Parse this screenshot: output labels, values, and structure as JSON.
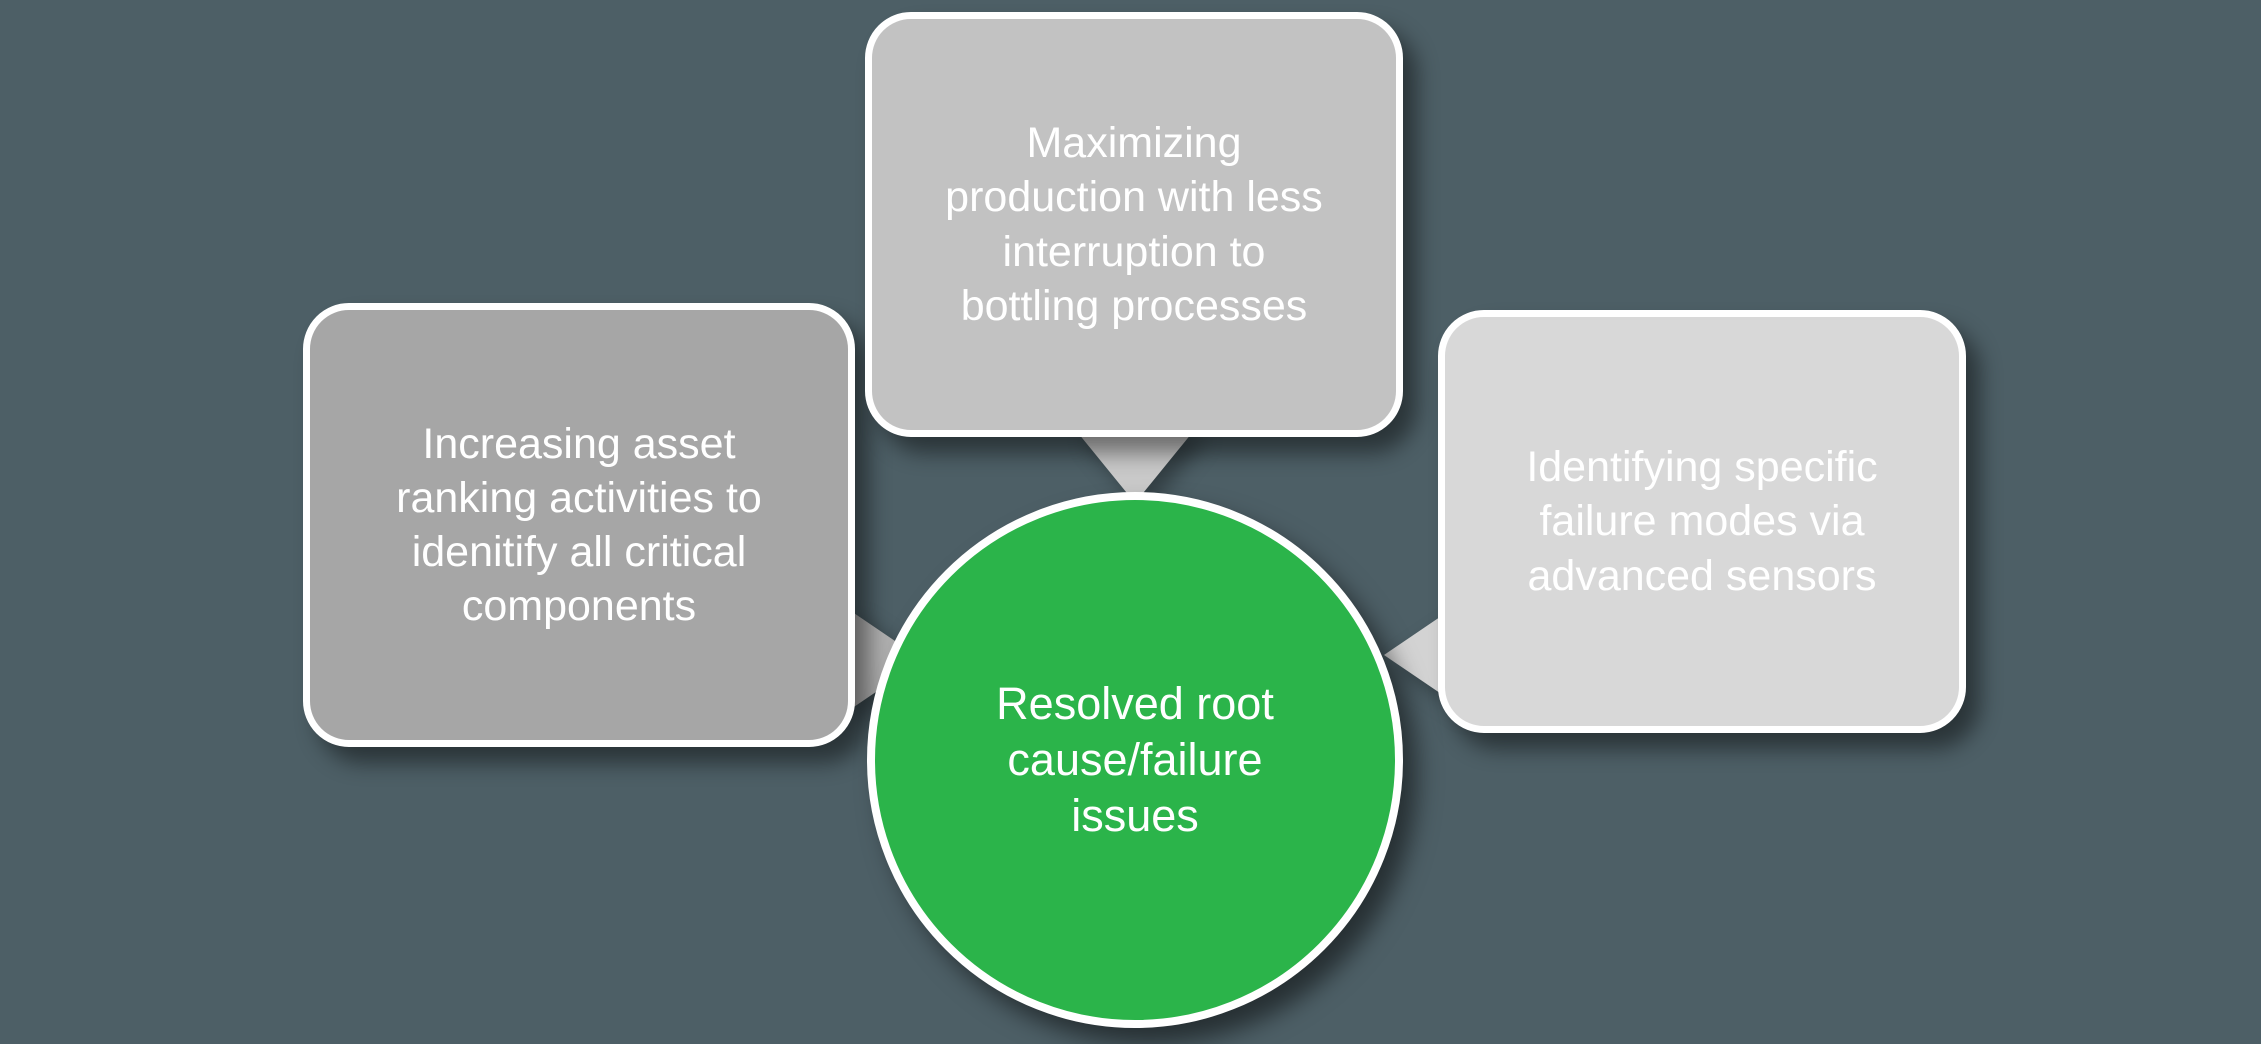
{
  "canvas": {
    "background": "#4d5f66"
  },
  "boxes": {
    "left": {
      "label": "Increasing asset\nranking activities to\nidenitify all critical\ncomponents",
      "fill": "#a6a6a6"
    },
    "top": {
      "label": "Maximizing\nproduction with less\ninterruption to\nbottling processes",
      "fill": "#c2c2c2"
    },
    "right": {
      "label": "Identifying specific\nfailure modes via\nadvanced sensors",
      "fill": "#d8d8d8"
    }
  },
  "circle": {
    "label": "Resolved root\ncause/failure\nissues",
    "fill": "#2bb44a"
  },
  "connectors": {
    "top": {
      "fill": "#c9c9c9"
    },
    "left": {
      "fill": "#b0b0b0"
    },
    "right": {
      "fill": "#d3d3d3"
    }
  },
  "colors": {
    "border": "#ffffff",
    "text": "#ffffff"
  }
}
